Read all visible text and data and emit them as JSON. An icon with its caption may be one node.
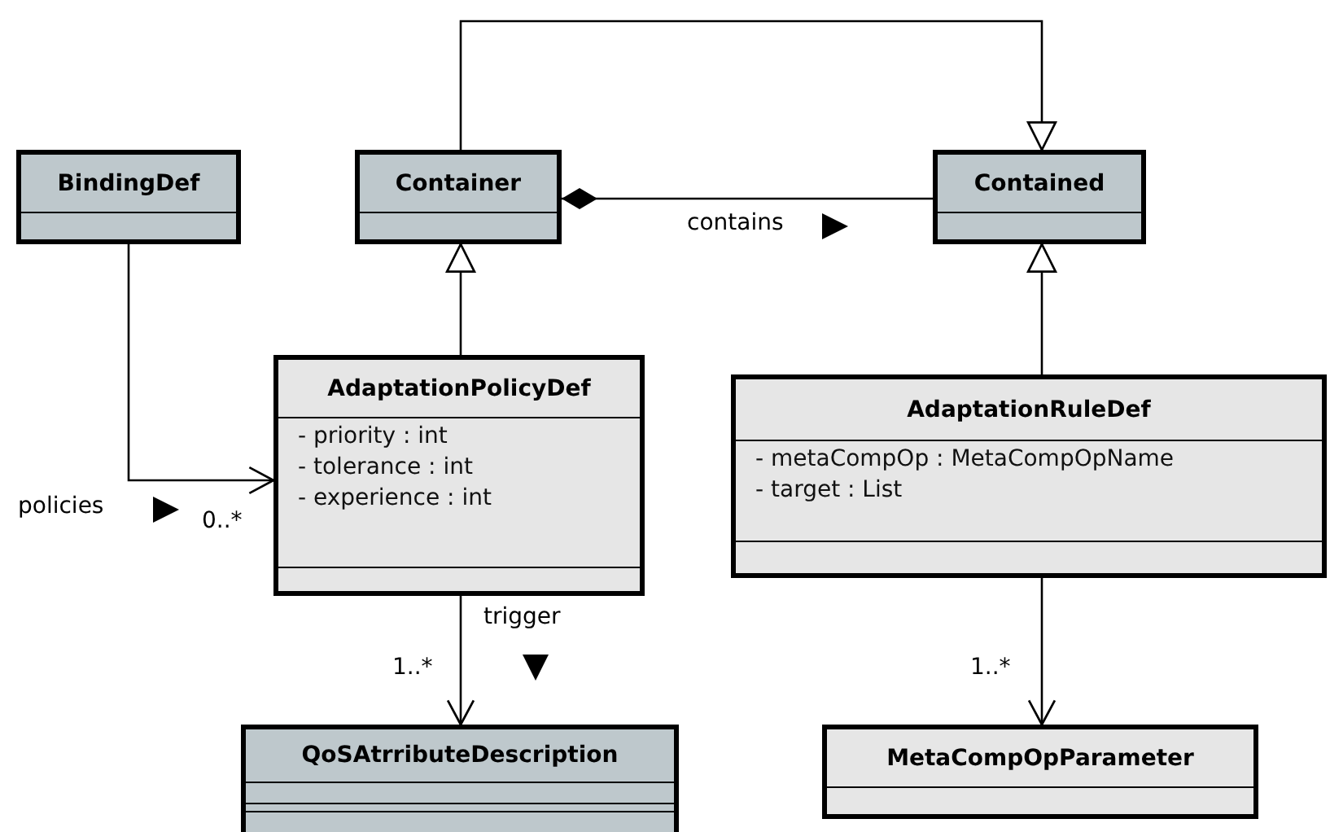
{
  "diagram": {
    "nodes": [
      {
        "text": [
          "BindingDef"
        ]
      },
      {
        "text": [
          "Container"
        ]
      },
      {
        "text": [
          "Contained"
        ]
      },
      {
        "text": [
          "AdaptationPolicyDef",
          "- priority : int",
          "- tolerance : int",
          "- experience : int"
        ]
      },
      {
        "text": [
          "AdaptationRuleDef",
          "- metaCompOp : MetaCompOpName",
          "- target : List"
        ]
      },
      {
        "text": [
          "QoSAtrributeDescription"
        ]
      },
      {
        "text": [
          "MetaCompOpParameter"
        ]
      }
    ],
    "edges": [
      {
        "from": 1,
        "to": 2,
        "arrow": "to"
      },
      {
        "from": 1,
        "to": 2,
        "arrow": "other",
        "label": "contains"
      },
      {
        "from": 3,
        "to": 1,
        "arrow": "to"
      },
      {
        "from": 4,
        "to": 2,
        "arrow": "to"
      },
      {
        "from": 0,
        "to": 3,
        "arrow": "to",
        "label": "policies"
      },
      {
        "from": 3,
        "to": 5,
        "arrow": "to",
        "label": "trigger"
      },
      {
        "from": 4,
        "to": 6,
        "arrow": "to"
      }
    ],
    "labels": [
      "0..*",
      "1..*",
      "1..*"
    ]
  }
}
